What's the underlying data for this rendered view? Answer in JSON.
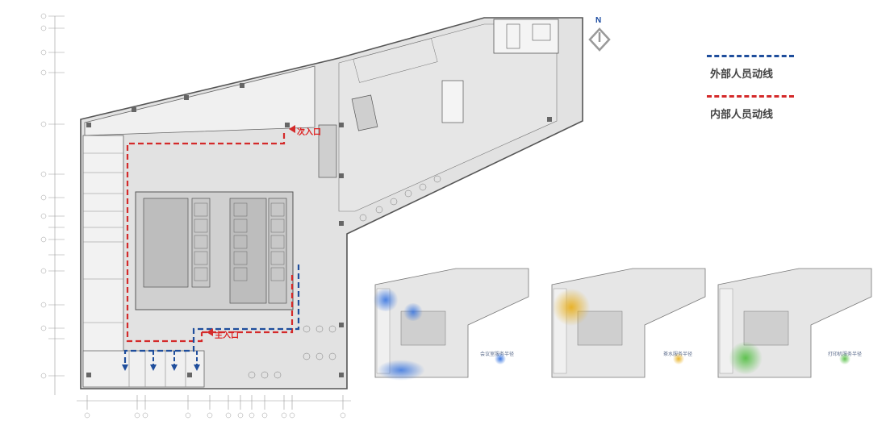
{
  "legend": {
    "external": {
      "label": "外部人员动线",
      "color": "#1f4e9c"
    },
    "internal": {
      "label": "内部人员动线",
      "color": "#d42a2a"
    }
  },
  "compass": {
    "letter": "N"
  },
  "entrances": {
    "secondary": "次入口",
    "main": "主入口"
  },
  "heatmaps": [
    {
      "label": "会议室服务半径",
      "color": "#2f6fe0"
    },
    {
      "label": "茶水服务半径",
      "color": "#e8b020"
    },
    {
      "label": "打印机服务半径",
      "color": "#58c048"
    }
  ],
  "colors": {
    "wall": "#555555",
    "floor": "#dcdcdc",
    "room": "#eeeeee"
  }
}
